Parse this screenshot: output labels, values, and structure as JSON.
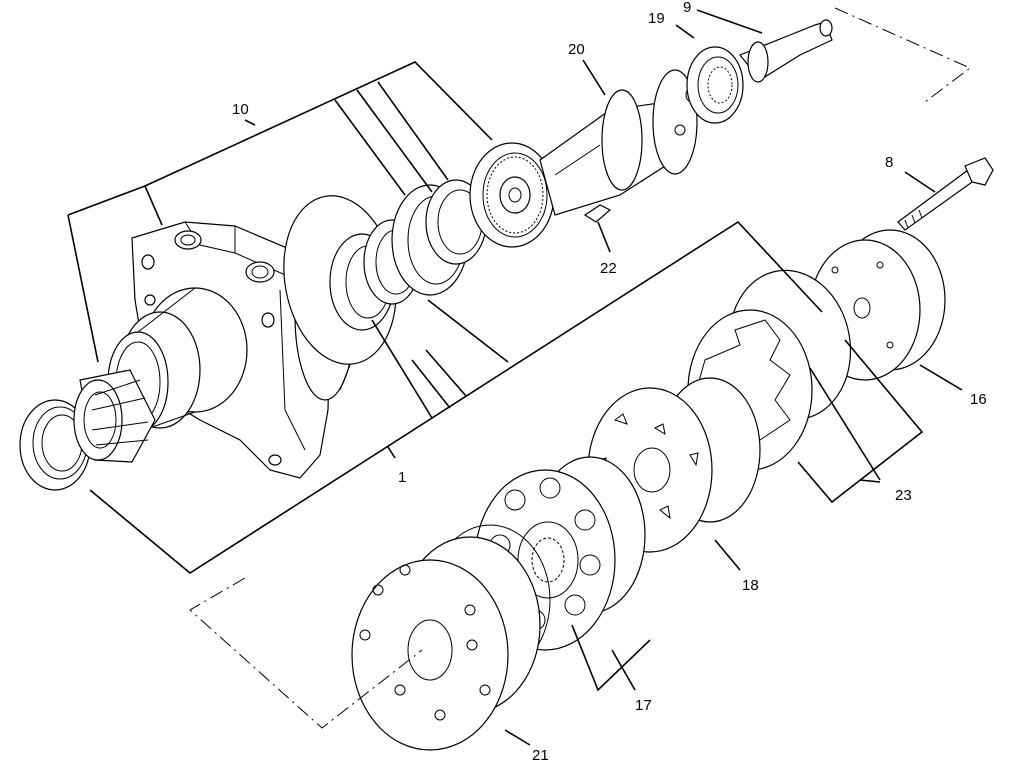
{
  "callouts": {
    "c1": "1",
    "c8": "8",
    "c9": "9",
    "c10": "10",
    "c16": "16",
    "c17": "17",
    "c18": "18",
    "c19": "19",
    "c20": "20",
    "c21": "21",
    "c22": "22",
    "c23": "23"
  }
}
